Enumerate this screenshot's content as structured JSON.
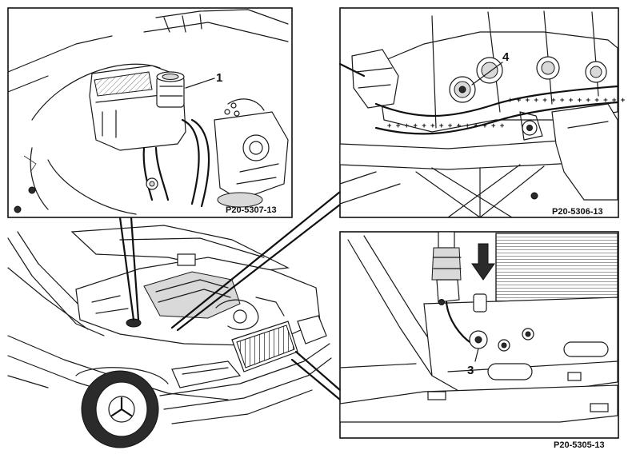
{
  "panels": {
    "top_left": {
      "code": "P20-5307-13",
      "callout": "1"
    },
    "top_right": {
      "code": "P20-5306-13",
      "callout": "4",
      "hose_marks": "+ + + + + + + + + + + + + +"
    },
    "bottom_right": {
      "code": "P20-5305-13",
      "callout": "3"
    }
  },
  "colors": {
    "line": "#1a1a1a",
    "background": "#ffffff",
    "shade": "#d9d9d9"
  }
}
